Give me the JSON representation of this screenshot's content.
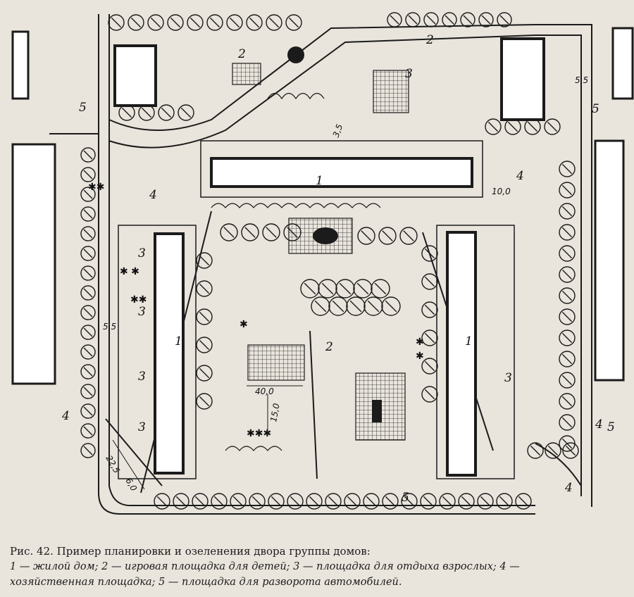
{
  "caption": {
    "title": "Рис. 42. Пример планировки и озеленения двора группы домов:",
    "legend_line1": "1 — жилой дом; 2 — игровая площадка для детей; 3 — площадка для отдыха взрослых; 4 —",
    "legend_line2": "хозяйственная площадка; 5 — площадка для разворота автомобилей."
  },
  "labels": {
    "house_top": "1",
    "house_left": "1",
    "house_right": "1",
    "play_top": "2",
    "play_center": "2",
    "play_topright": "2",
    "rest_top": "3",
    "rest_left_a": "3",
    "rest_left_b": "3",
    "rest_left_c": "3",
    "rest_left_d": "3",
    "rest_right": "3",
    "econ_left_top": "4",
    "econ_right_top": "4",
    "econ_left_bottom": "4",
    "econ_right_bottom": "4",
    "econ_right_mid": "4",
    "turn_topleft": "5",
    "turn_topright": "5",
    "turn_bottom": "5",
    "turn_bottom_right": "5"
  },
  "dimensions": {
    "d_3_5": "3,5",
    "d_5_5_top": "5,5",
    "d_5_5_left": "5,5",
    "d_10_0": "10,0",
    "d_40_0": "40,0",
    "d_15_0": "15,0",
    "d_22_5": "22,5",
    "d_6_0": "6,0"
  },
  "colors": {
    "background": "#e9e4dc",
    "ink": "#1b1b1b",
    "building_fill": "#ffffff"
  }
}
